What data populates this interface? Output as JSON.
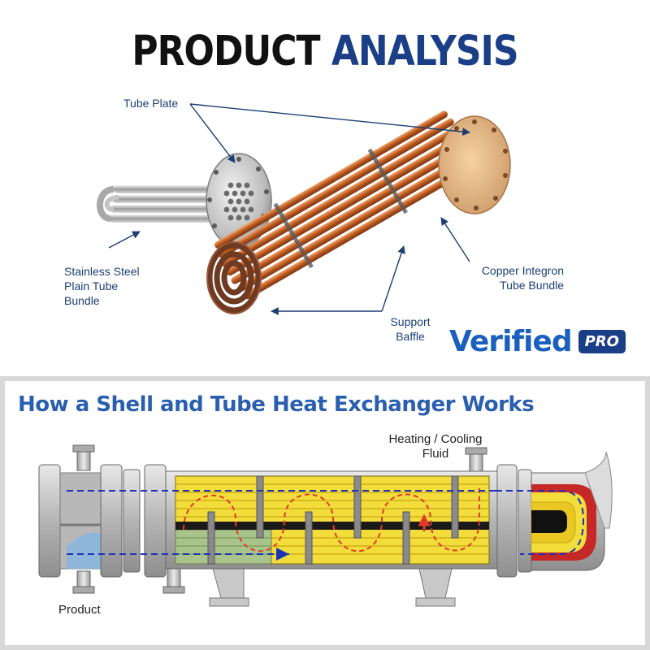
{
  "header": {
    "title_part1": "PRODUCT",
    "title_part2": "ANALYSIS"
  },
  "product_labels": {
    "tube_plate": "Tube Plate",
    "stainless_line1": "Stainless Steel",
    "stainless_line2": "Plain Tube",
    "stainless_line3": "Bundle",
    "copper_line1": "Copper Integron",
    "copper_line2": "Tube Bundle",
    "baffle_line1": "Support",
    "baffle_line2": "Baffle"
  },
  "badge": {
    "verified": "Verified",
    "pro": "PRO"
  },
  "exchanger": {
    "heading": "How a Shell and Tube Heat Exchanger Works",
    "fluid_line1": "Heating / Cooling",
    "fluid_line2": "Fluid",
    "product": "Product"
  },
  "colors": {
    "title_blue": "#1b3f87",
    "label_blue": "#1c3d74",
    "heading_blue": "#2a5fb0",
    "copper": "#c8682d",
    "shell_yellow": "#f2dd3a",
    "flow_red": "#e23a2a",
    "flow_blue": "#1c33b8"
  }
}
